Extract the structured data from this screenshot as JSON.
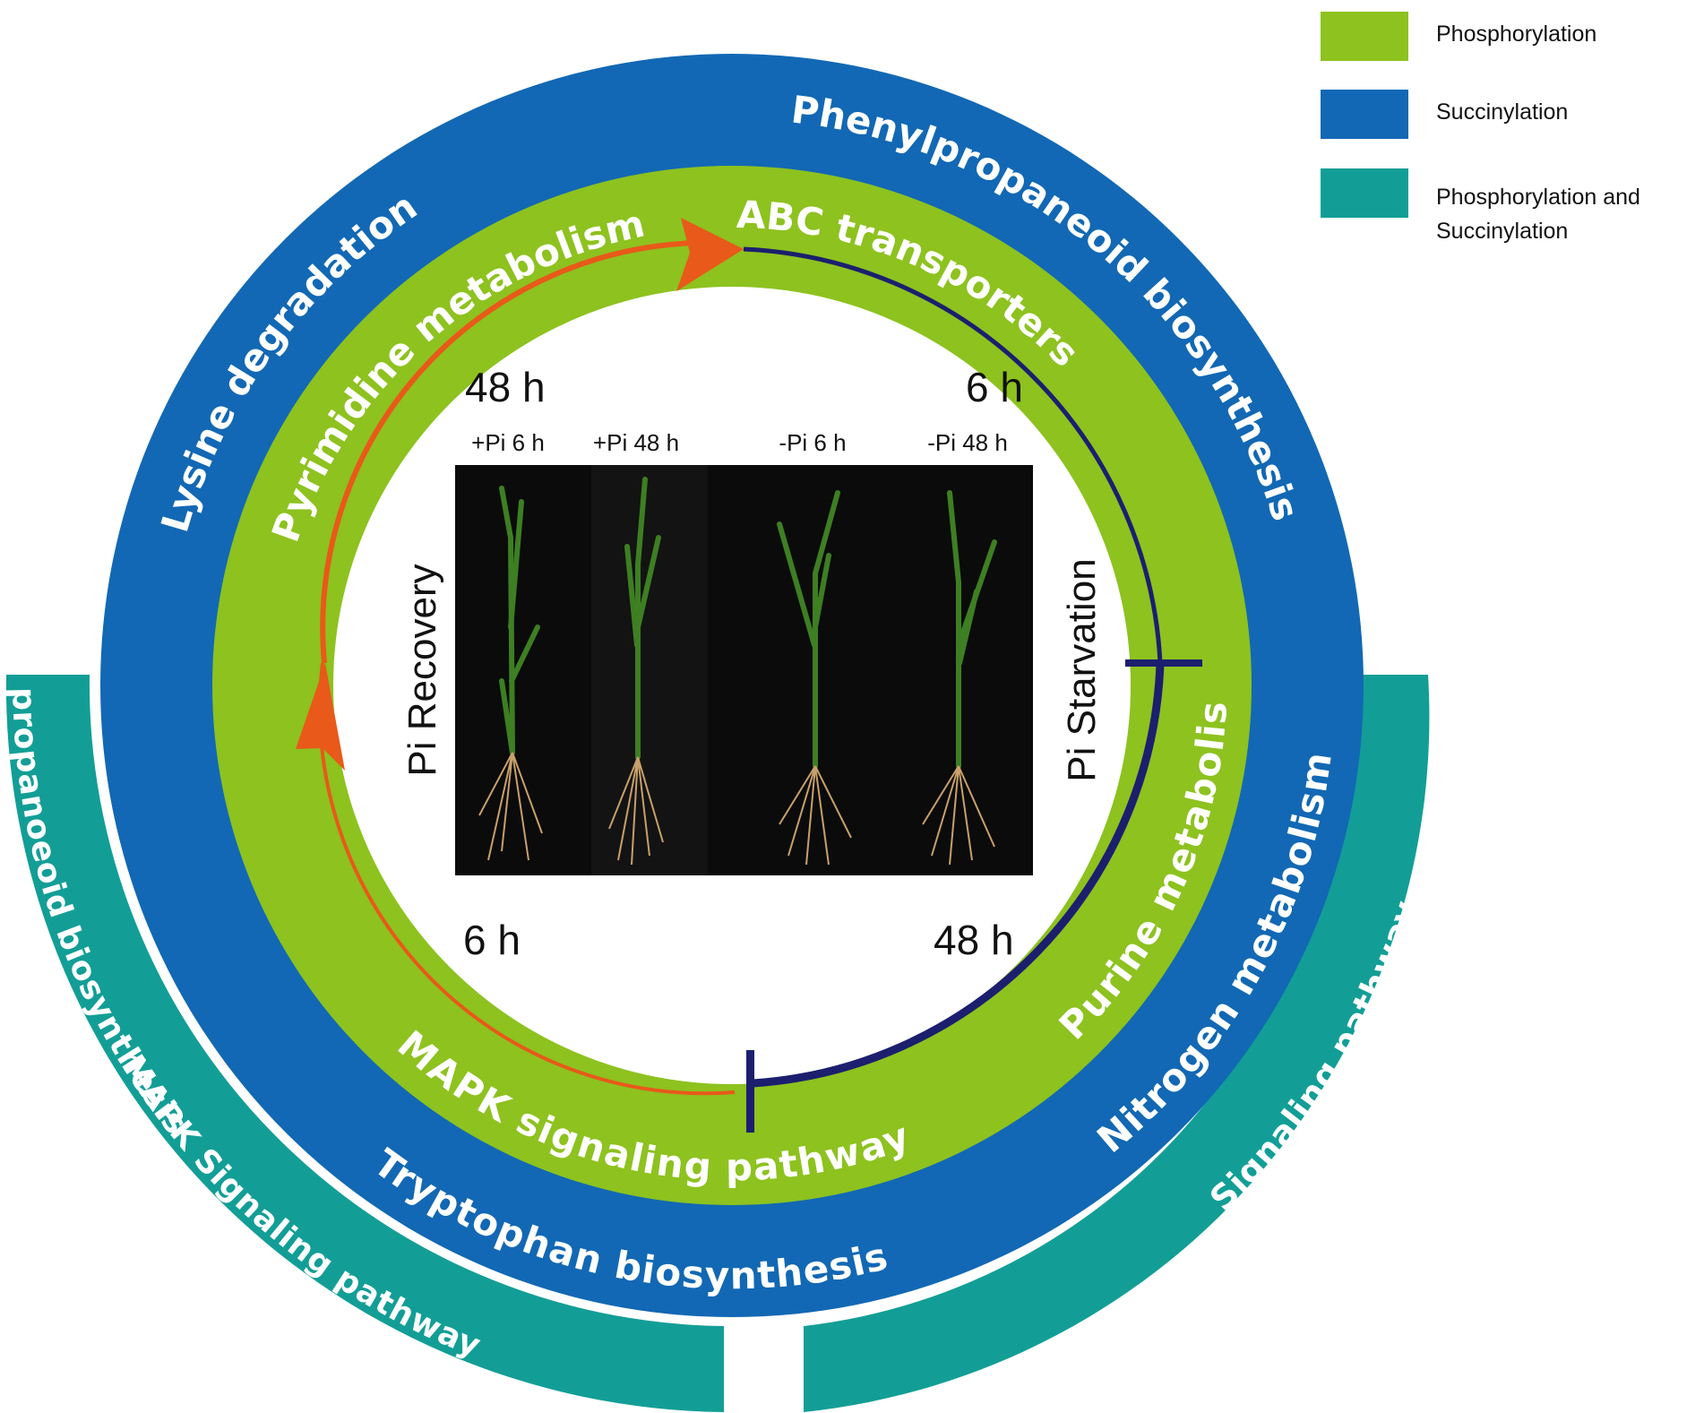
{
  "legend": {
    "items": [
      {
        "label": "Phosphorylation",
        "color": "#8DC21F"
      },
      {
        "label": "Succinylation",
        "color": "#1268B4"
      },
      {
        "label_line1": "Phosphorylation and",
        "label_line2": "Succinylation",
        "color": "#129E96"
      }
    ]
  },
  "rings": {
    "outer_teal": {
      "left": [
        "MAPK Signaling pathway",
        "Phenylpropanoeoid biosynthesis"
      ],
      "right": [
        "Signaling pathway"
      ]
    },
    "blue": {
      "top": "Phenylpropaneoid biosynthesis",
      "left": "Lysine degradation",
      "bottom": "Tryptophan biosynthesis",
      "right": "Nitrogen metabolism"
    },
    "green": {
      "top": "ABC transporters",
      "left": "Pyrimidine metabolism",
      "bottom": "MAPK signaling pathway",
      "right": "Purine metabolism"
    }
  },
  "center": {
    "recovery_label": "Pi Recovery",
    "starvation_label": "Pi Starvation",
    "time_top_left": "48 h",
    "time_top_right": "6 h",
    "time_bottom_left": "6 h",
    "time_bottom_right": "48 h",
    "photo_labels": [
      "+Pi 6 h",
      "+Pi 48 h",
      "-Pi 6 h",
      "-Pi 48 h"
    ]
  },
  "colors": {
    "phosphorylation": "#8DC21F",
    "succinylation": "#1268B4",
    "both": "#129E96",
    "recovery_arrow": "#E8591A",
    "starvation_line": "#1B1F6E"
  }
}
